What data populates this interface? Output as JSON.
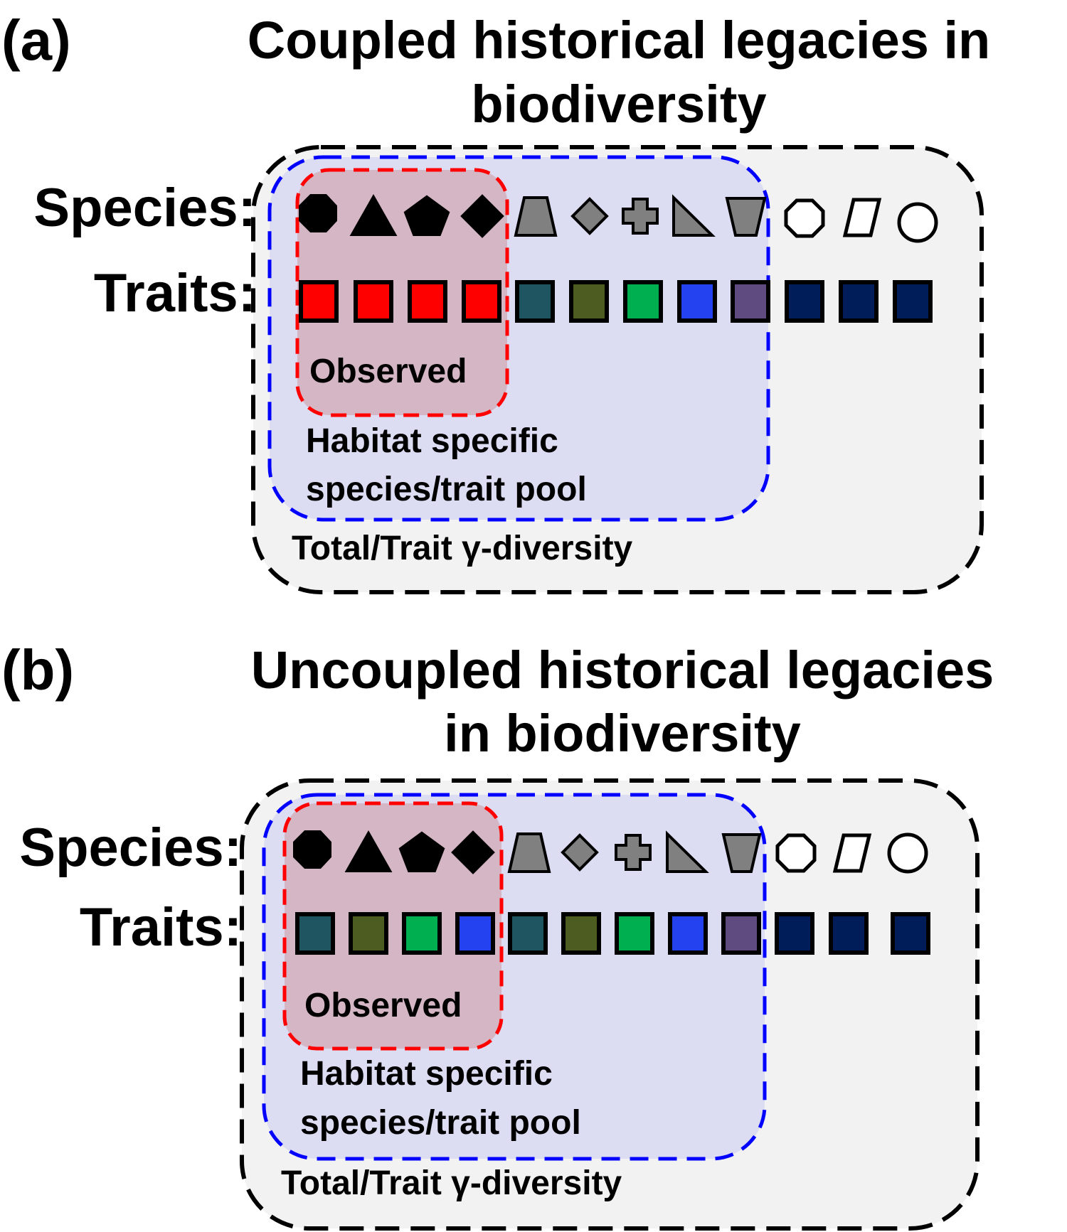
{
  "panels": [
    {
      "letter": "(a)",
      "title_line1": "Coupled historical legacies in",
      "title_line2": "biodiversity",
      "species_label": "Species:",
      "traits_label": "Traits:",
      "observed_label": "Observed",
      "pool_line1": "Habitat specific",
      "pool_line2": "species/trait pool",
      "total_label": "Total/Trait γ-diversity",
      "traits": [
        "#ff0000",
        "#ff0000",
        "#ff0000",
        "#ff0000",
        "#1f5461",
        "#4d5d22",
        "#00b050",
        "#2542f0",
        "#5f4b80",
        "#001d5a",
        "#001d5a",
        "#001d5a"
      ]
    },
    {
      "letter": "(b)",
      "title_line1": "Uncoupled historical legacies",
      "title_line2": "in biodiversity",
      "species_label": "Species:",
      "traits_label": "Traits:",
      "observed_label": "Observed",
      "pool_line1": "Habitat specific",
      "pool_line2": "species/trait pool",
      "total_label": "Total/Trait γ-diversity",
      "traits": [
        "#1f5461",
        "#4d5d22",
        "#00b050",
        "#2542f0",
        "#1f5461",
        "#4d5d22",
        "#00b050",
        "#2542f0",
        "#5f4b80",
        "#001d5a",
        "#001d5a",
        "#001d5a"
      ]
    }
  ],
  "species": [
    {
      "shape": "octagon",
      "fill": "black"
    },
    {
      "shape": "triangle",
      "fill": "black"
    },
    {
      "shape": "pentagon",
      "fill": "black"
    },
    {
      "shape": "diamond",
      "fill": "black"
    },
    {
      "shape": "trapezoid",
      "fill": "grey"
    },
    {
      "shape": "diamond",
      "fill": "grey"
    },
    {
      "shape": "cross",
      "fill": "grey"
    },
    {
      "shape": "right-triangle",
      "fill": "grey"
    },
    {
      "shape": "inverted-trapezoid",
      "fill": "grey"
    },
    {
      "shape": "octagon",
      "fill": "white"
    },
    {
      "shape": "parallelogram",
      "fill": "white"
    },
    {
      "shape": "circle",
      "fill": "white"
    }
  ],
  "colors": {
    "total_box": "#f2f2f2",
    "pool_box": "#dcdcf2",
    "observed_box": "#d5b6c4",
    "pool_border": "#0000ff",
    "observed_border": "#ff0000",
    "grey_shape": "#808080"
  }
}
